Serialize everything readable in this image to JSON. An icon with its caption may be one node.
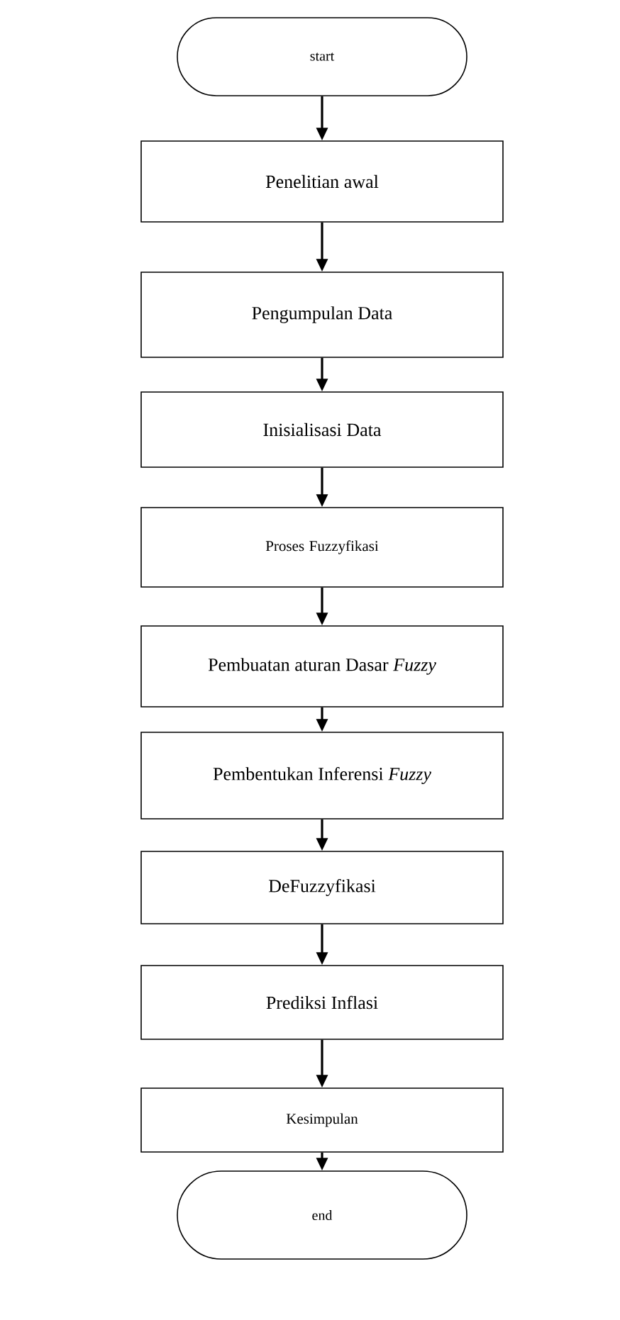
{
  "diagram": {
    "nodes": [
      {
        "text": [
          "start"
        ]
      },
      {
        "text": [
          "Penelitian awal"
        ]
      },
      {
        "text": [
          "Pengumpulan Data"
        ]
      },
      {
        "text": [
          "Inisialisasi Data"
        ]
      },
      {
        "text": [
          "Proses Fuzzyfikasi"
        ]
      },
      {
        "text": [
          "Pembuatan aturan Dasar *Fuzzy*"
        ]
      },
      {
        "text": [
          "Pembentukan Inferensi *Fuzzy*"
        ]
      },
      {
        "text": [
          "DeFuzzyfikasi"
        ]
      },
      {
        "text": [
          "Prediksi Inflasi"
        ]
      },
      {
        "text": [
          "Kesimpulan"
        ]
      },
      {
        "text": [
          "end"
        ]
      }
    ],
    "edges": [
      {
        "from": 0,
        "to": 1,
        "arrow": "to"
      },
      {
        "from": 1,
        "to": 2,
        "arrow": "to"
      },
      {
        "from": 2,
        "to": 3,
        "arrow": "to"
      },
      {
        "from": 3,
        "to": 4,
        "arrow": "to"
      },
      {
        "from": 4,
        "to": 5,
        "arrow": "to"
      },
      {
        "from": 5,
        "to": 6,
        "arrow": "to"
      },
      {
        "from": 6,
        "to": 7,
        "arrow": "to"
      },
      {
        "from": 7,
        "to": 8,
        "arrow": "to"
      },
      {
        "from": 8,
        "to": 9,
        "arrow": "to"
      },
      {
        "from": 9,
        "to": 10,
        "arrow": "to"
      }
    ]
  }
}
